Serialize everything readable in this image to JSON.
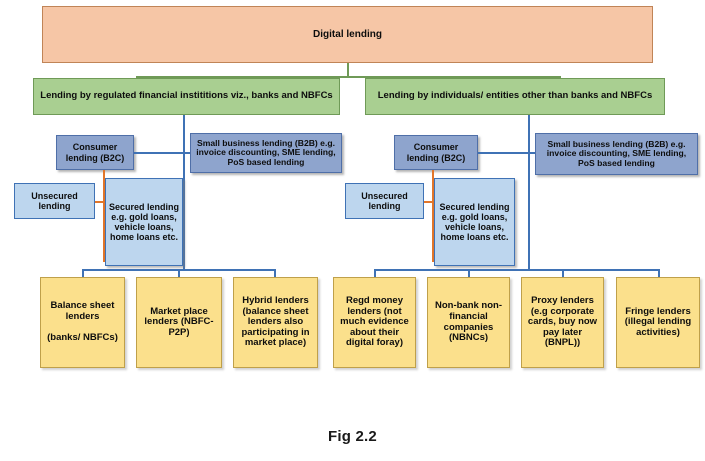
{
  "figure": {
    "caption": "Fig 2.2",
    "root": {
      "label": "Digital lending",
      "color": "#f6c6a6"
    },
    "levels": {
      "regulated": {
        "label": "Lending by regulated financial instititions viz., banks and NBFCs",
        "color": "#a9cf91"
      },
      "individuals": {
        "label": "Lending  by individuals/ entities other than banks and NBFCs",
        "color": "#a9cf91"
      }
    },
    "left_branch": {
      "consumer": {
        "label": "Consumer lending (B2C)",
        "color": "#8ea4cd"
      },
      "unsecured": {
        "label": "Unsecured lending",
        "color": "#bdd6ee"
      },
      "secured": {
        "label": "Secured lending e.g. gold loans, vehicle loans, home loans etc.",
        "color": "#bdd6ee"
      },
      "b2b": {
        "label": "Small business lending (B2B) e.g. invoice discounting, SME lending, PoS based lending",
        "color": "#8ea4cd"
      }
    },
    "right_branch": {
      "consumer": {
        "label": "Consumer lending (B2C)",
        "color": "#8ea4cd"
      },
      "unsecured": {
        "label": "Unsecured lending",
        "color": "#bdd6ee"
      },
      "secured": {
        "label": "Secured lending e.g. gold loans, vehicle loans, home loans etc.",
        "color": "#bdd6ee"
      },
      "b2b": {
        "label": "Small business lending (B2B) e.g. invoice discounting, SME lending, PoS based lending",
        "color": "#8ea4cd"
      }
    },
    "leaves_left": [
      {
        "label": "Balance sheet lenders\n\n(banks/ NBFCs)"
      },
      {
        "label": "Market place lenders (NBFC-P2P)"
      },
      {
        "label": "Hybrid lenders (balance sheet lenders also participating in market place)"
      }
    ],
    "leaves_right": [
      {
        "label": "Regd money lenders (not much evidence about their digital foray)"
      },
      {
        "label": "Non-bank non-financial companies (NBNCs)"
      },
      {
        "label": "Proxy lenders (e.g corporate cards, buy now pay later (BNPL))"
      },
      {
        "label": "Fringe lenders (illegal lending activities)"
      }
    ],
    "colors": {
      "root_fill": "#f6c6a6",
      "green_fill": "#a9cf91",
      "blue_dark_fill": "#8ea4cd",
      "blue_light_fill": "#bdd6ee",
      "yellow_fill": "#fbe08c",
      "green_connector": "#6f9a57",
      "blue_connector": "#3f72b5",
      "orange_connector": "#e2762a"
    }
  }
}
